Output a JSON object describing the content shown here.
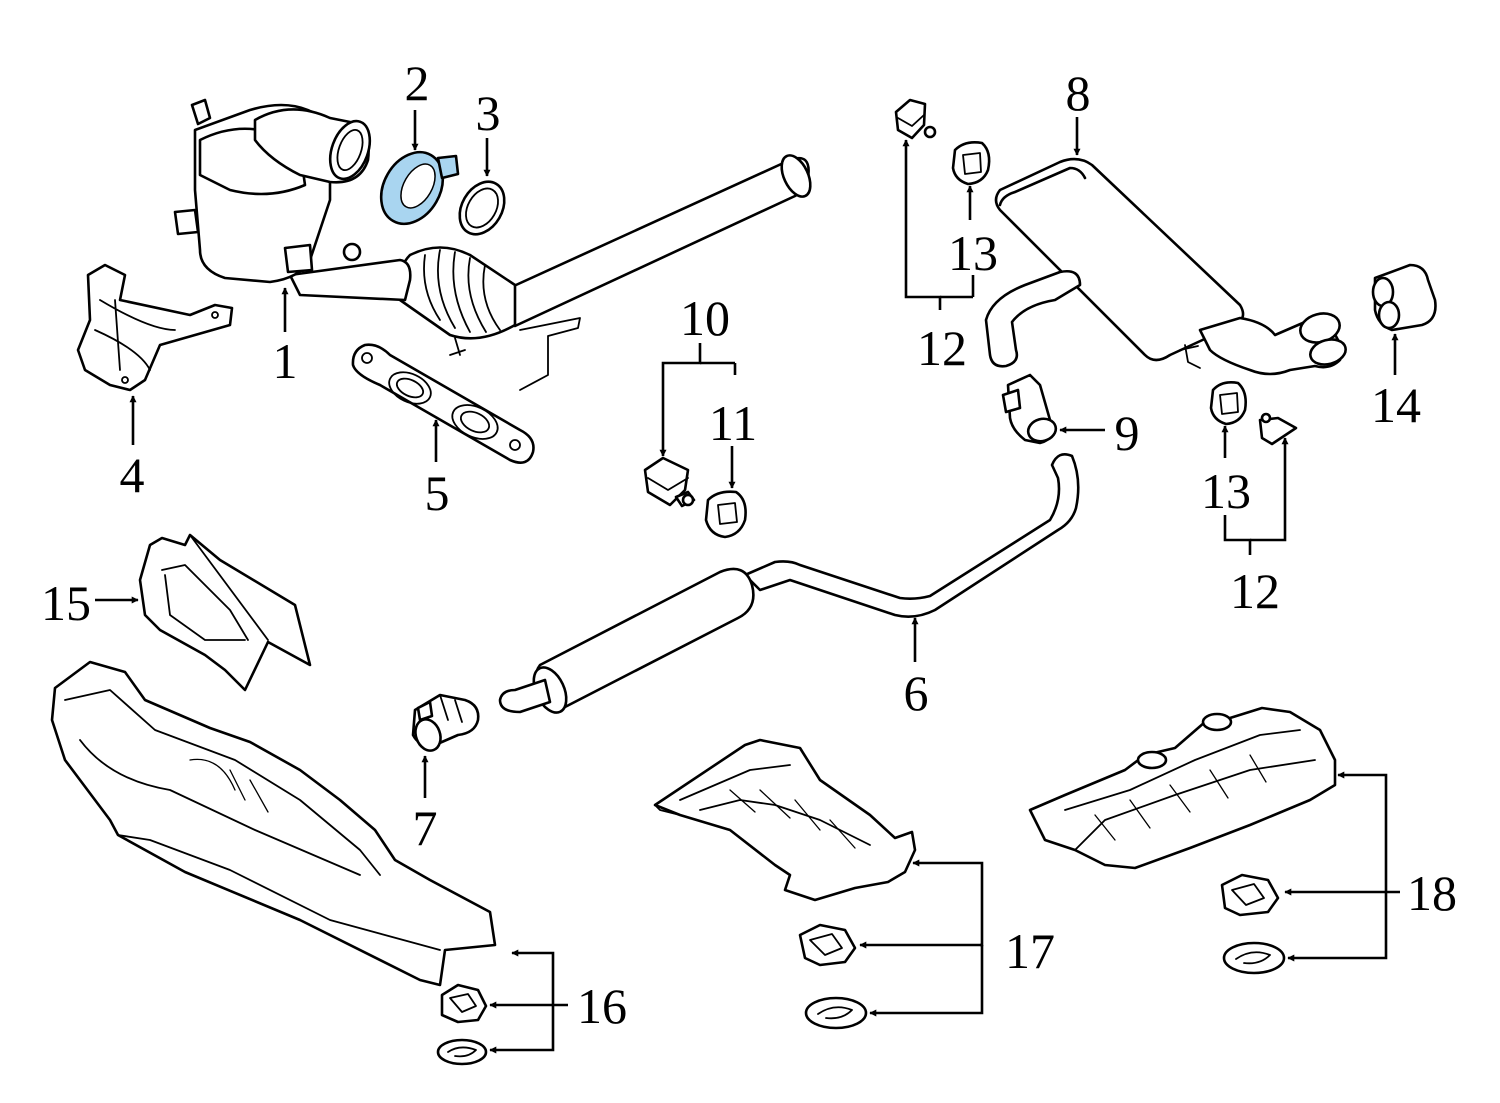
{
  "diagram": {
    "highlight_color": "#a9d5f0",
    "callouts": [
      {
        "id": "1",
        "text": "1"
      },
      {
        "id": "2",
        "text": "2"
      },
      {
        "id": "3",
        "text": "3"
      },
      {
        "id": "4",
        "text": "4"
      },
      {
        "id": "5",
        "text": "5"
      },
      {
        "id": "6",
        "text": "6"
      },
      {
        "id": "7",
        "text": "7"
      },
      {
        "id": "8",
        "text": "8"
      },
      {
        "id": "9",
        "text": "9"
      },
      {
        "id": "10",
        "text": "10"
      },
      {
        "id": "11",
        "text": "11"
      },
      {
        "id": "12a",
        "text": "12"
      },
      {
        "id": "12b",
        "text": "12"
      },
      {
        "id": "13a",
        "text": "13"
      },
      {
        "id": "13b",
        "text": "13"
      },
      {
        "id": "14",
        "text": "14"
      },
      {
        "id": "15",
        "text": "15"
      },
      {
        "id": "16",
        "text": "16"
      },
      {
        "id": "17",
        "text": "17"
      },
      {
        "id": "18",
        "text": "18"
      }
    ]
  }
}
